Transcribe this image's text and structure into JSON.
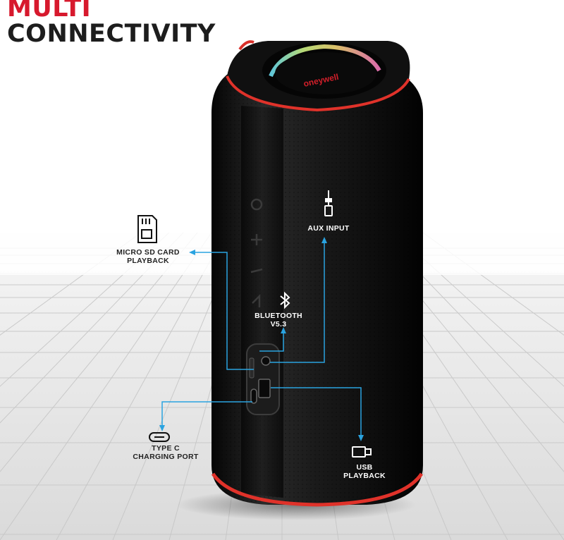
{
  "headline": {
    "line1": "MULTI",
    "line2": "CONNECTIVITY"
  },
  "brand": "Honeywell",
  "callouts": {
    "micro_sd": {
      "line1": "MICRO SD CARD",
      "line2": "PLAYBACK",
      "icon": "sd-card-icon"
    },
    "aux": {
      "line1": "AUX INPUT",
      "icon": "audio-jack-icon"
    },
    "bluetooth": {
      "line1": "BLUETOOTH",
      "line2": "V5.3",
      "icon": "bluetooth-icon"
    },
    "type_c": {
      "line1": "TYPE C",
      "line2": "CHARGING PORT",
      "icon": "usb-c-icon"
    },
    "usb": {
      "line1": "USB",
      "line2": "PLAYBACK",
      "icon": "usb-icon"
    }
  },
  "colors": {
    "accent_red": "#d7192d",
    "callout_blue": "#2aa3e0",
    "speaker_body": "#141414"
  }
}
